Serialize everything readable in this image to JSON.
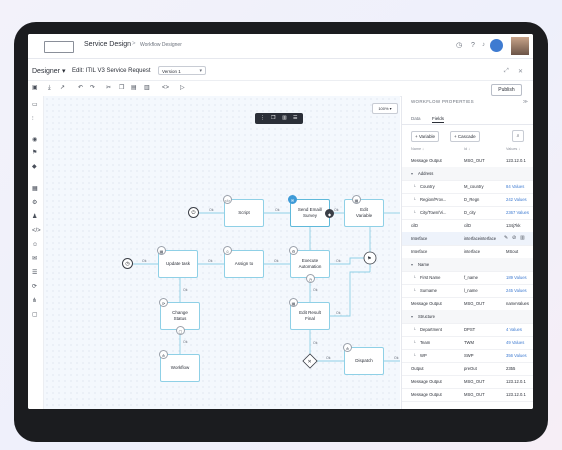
{
  "top": {
    "app_title": "Service Design",
    "sep": ">",
    "crumb": "Workflow Designer",
    "icons": [
      "clock-icon",
      "help-icon",
      "bell-icon"
    ]
  },
  "designer": {
    "title": "Designer",
    "title_caret": "▾",
    "edit_title": "Edit: ITIL V3 Service Request",
    "version": "Version 1",
    "publish": "Publish"
  },
  "canvas": {
    "zoom": "100% ▾",
    "nodes": {
      "script": "Script",
      "send_email_1": "Send Email/",
      "send_email_2": "Survey",
      "edit_variable_1": "Edit",
      "edit_variable_2": "Variable",
      "update_task": "Update task",
      "assign_to": "Assign to",
      "execute_1": "Execute",
      "execute_2": "Automation",
      "change_status_1": "Change",
      "change_status_2": "Status",
      "edit_result_1": "Edit Result",
      "edit_result_2": "Final",
      "dispatch": "Dispatch",
      "workflow": "Workflow"
    },
    "conn": "Ok"
  },
  "panel": {
    "title": "WORKFLOW PROPERTIES",
    "tabs": [
      "Data",
      "Fields"
    ],
    "add_variable": "+ Variable",
    "add_cascade": "+ Cascade",
    "columns": [
      "Name ↓",
      "Id ↓",
      "Values ↓"
    ],
    "rows": [
      {
        "name": "Message Output",
        "id": "MSG_OUT",
        "value": "123.12.0.1"
      },
      {
        "name": "Address",
        "id": "",
        "value": ""
      },
      {
        "name": "Country",
        "id": "M_country",
        "value": "84 Values"
      },
      {
        "name": "Region/Prov...",
        "id": "D_Regn",
        "value": "242 Values"
      },
      {
        "name": "City/Town/Vi...",
        "id": "D_city",
        "value": "2367 Values"
      },
      {
        "name": "cilD",
        "id": "cilD",
        "value": "134j7kk"
      },
      {
        "name": "Interface",
        "id": "interface",
        "value": "interface"
      },
      {
        "name": "Interface",
        "id": "interface",
        "value": "MSout"
      },
      {
        "name": "Name",
        "id": "",
        "value": ""
      },
      {
        "name": "First Name",
        "id": "f_name",
        "value": "189 Values"
      },
      {
        "name": "Surname",
        "id": "l_name",
        "value": "245 Values"
      },
      {
        "name": "Message Output",
        "id": "MSG_OUT",
        "value": "nameValues"
      },
      {
        "name": "Structure",
        "id": "",
        "value": ""
      },
      {
        "name": "Department",
        "id": "DPST",
        "value": "4 Values"
      },
      {
        "name": "Team",
        "id": "TWM",
        "value": "49 Values"
      },
      {
        "name": "WP",
        "id": "SWP",
        "value": "356 Values"
      },
      {
        "name": "Output",
        "id": "preOut",
        "value": "2355"
      },
      {
        "name": "Message Output",
        "id": "MSG_OUT",
        "value": "123.12.0.1"
      },
      {
        "name": "Message Output",
        "id": "MSG_OUT",
        "value": "123.12.0.1"
      }
    ]
  },
  "colors": {
    "accent": "#3e7bd1",
    "node_border": "#8fd0e6",
    "canvas_bg": "#f4f8fd"
  }
}
